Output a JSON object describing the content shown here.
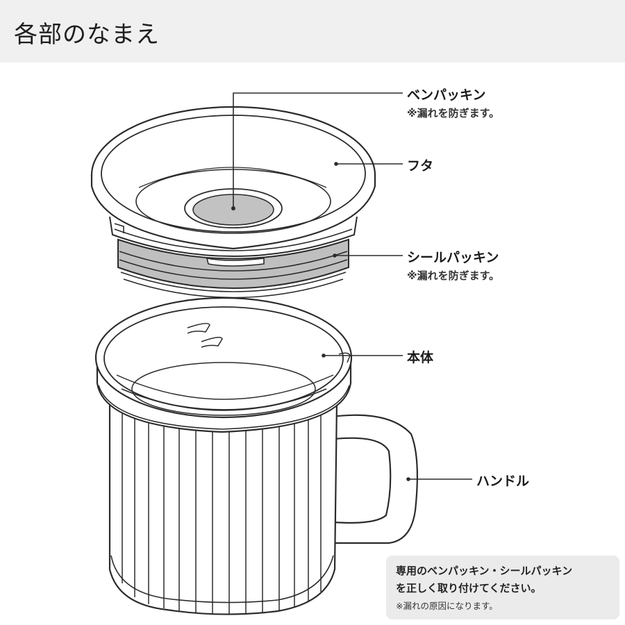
{
  "header": {
    "title": "各部のなまえ"
  },
  "labels": {
    "ben_packing": {
      "name": "ベンパッキン",
      "note": "※漏れを防ぎます。"
    },
    "lid": {
      "name": "フタ"
    },
    "seal_packing": {
      "name": "シールパッキン",
      "note": "※漏れを防ぎます。"
    },
    "body": {
      "name": "本体"
    },
    "handle": {
      "name": "ハンドル"
    }
  },
  "notice": {
    "line1": "専用のベンパッキン・シールパッキン",
    "line2": "を正しく取り付けてください。",
    "line3": "※漏れの原因になります。"
  },
  "colors": {
    "header_bg": "#f0f0f0",
    "outline": "#2b2b2b",
    "packing_fill": "#bfbfbf",
    "notice_bg": "#ebebeb"
  }
}
